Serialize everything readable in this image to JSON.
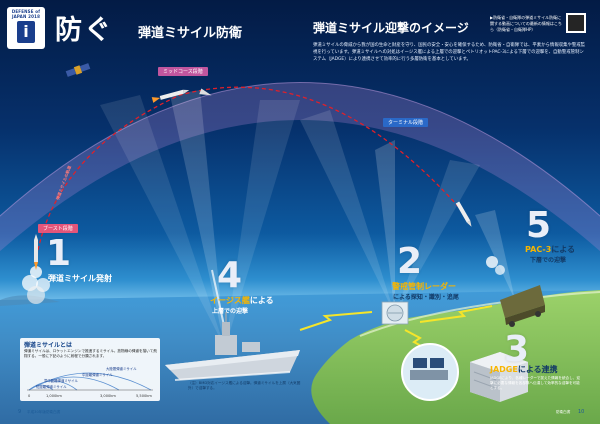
{
  "header": {
    "badge_text": "DEFENSE of JAPAN 2018",
    "badge_number": "i",
    "title": "防ぐ",
    "subtitle": "弾道ミサイル防衛"
  },
  "diagram": {
    "title": "弾道ミサイル迎撃のイメージ",
    "header_note": "▶防衛省・自衛隊の弾道ミサイル防衛に関する動画についての最新の情報はこちら（防衛省・自衛隊HP）",
    "intro": "弾道ミサイルの脅威から我が国の生命と財産を守り、国民の安全・安心を確保するため、防衛省・自衛隊では、平素から情報収集や警戒監視を行っています。弾道ミサイルへの対処はイージス艦による上層での迎撃とペトリオットPAC-3による下層での迎撃を、自動警戒管制システム（JADGE）により連携させて効率的に行う多層防衛を基本としています。"
  },
  "phases": {
    "boost": "ブースト段階",
    "midcourse": "ミッドコース段階",
    "terminal": "ターミナル段階"
  },
  "trajectory_label": "弾道ミサイルの軌道",
  "steps": [
    {
      "num": "1",
      "pre": "",
      "em": "",
      "text": "弾道ミサイル発射",
      "sub": ""
    },
    {
      "num": "2",
      "pre": "",
      "em": "警戒管制レーダー",
      "text": "による探知・識別・追尾",
      "sub": ""
    },
    {
      "num": "3",
      "pre": "",
      "em": "JADGE",
      "text": "による連携",
      "sub": ""
    },
    {
      "num": "4",
      "pre": "",
      "em": "イージス艦",
      "text": "による",
      "sub": "上層での迎撃"
    },
    {
      "num": "5",
      "pre": "",
      "em": "PAC-3",
      "text": "による",
      "sub": "下層での迎撃"
    }
  ],
  "info_box": {
    "title": "弾道ミサイルとは",
    "body": "弾道ミサイルは、ロケットエンジンで推進するミサイル。放物線の弾道を描いて飛翔する。一般に下記のように射程で分類されます。",
    "ranges": [
      "短距離弾道ミサイル",
      "準中距離弾道ミサイル",
      "中距離弾道ミサイル",
      "大陸間弾道ミサイル"
    ],
    "ticks": [
      "0",
      "1,000km",
      "3,000km",
      "5,500km"
    ]
  },
  "aegis_note": "（注）BMD対応イージス艦による迎撃。弾道ミサイルを上層（大気圏外）で迎撃する。",
  "jadge_note": "JADGEにより、各種レーダーで捉えた情報を統合し、迎撃に必要な情報を各部隊へ伝達して効率的な迎撃を可能とする。",
  "footer": {
    "left_page": "9",
    "left_text": "平成30年版防衛白書",
    "right_page": "10",
    "right_text": "防衛白書"
  },
  "colors": {
    "title_accent": "#f7b500",
    "trajectory": "#e0202a",
    "boost_phase": "#e4557a",
    "midcourse_phase": "#c1569e",
    "terminal_phase": "#2a69c8"
  }
}
